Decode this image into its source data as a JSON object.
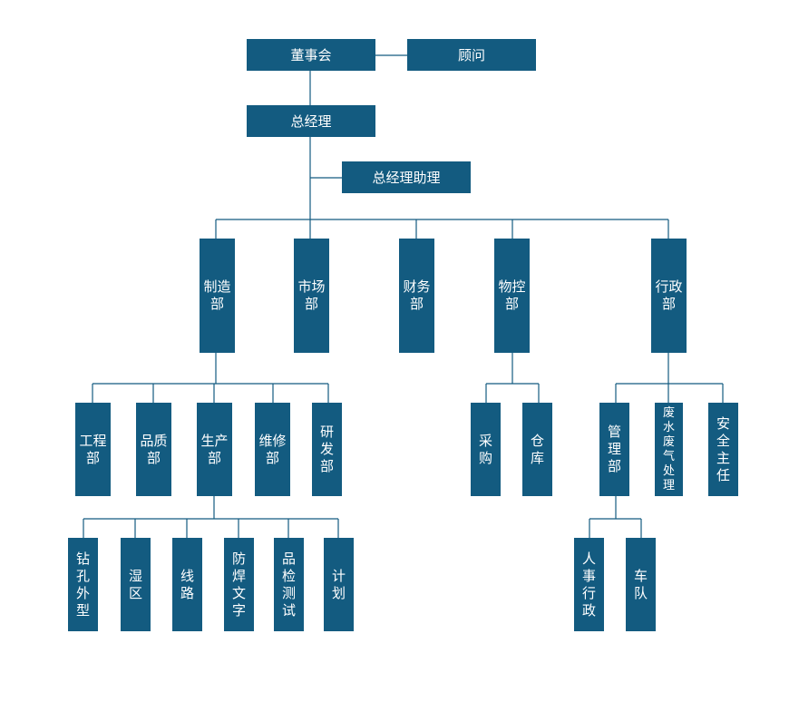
{
  "nodes": {
    "board": "董事会",
    "advisor": "顾问",
    "gm": "总经理",
    "gm_assistant": "总经理助理",
    "manufacturing": "制造部",
    "marketing": "市场部",
    "finance": "财务部",
    "material_control": "物控部",
    "administration": "行政部",
    "engineering": "工程部",
    "quality": "品质部",
    "production": "生产部",
    "maintenance": "维修部",
    "rnd": "研发部",
    "purchasing": "采购",
    "warehouse": "仓库",
    "management": "管理部",
    "waste_treatment": "废水废气处理",
    "safety_officer": "安全主任",
    "drilling_profile": "钻孔外型",
    "wet_area": "湿区",
    "circuit": "线路",
    "solder_mask_text": "防焊文字",
    "qc_testing": "品检测试",
    "planning": "计划",
    "hr_admin": "人事行政",
    "fleet": "车队"
  },
  "colors": {
    "box": "#135b80",
    "line": "#135b80",
    "text": "#ffffff"
  }
}
